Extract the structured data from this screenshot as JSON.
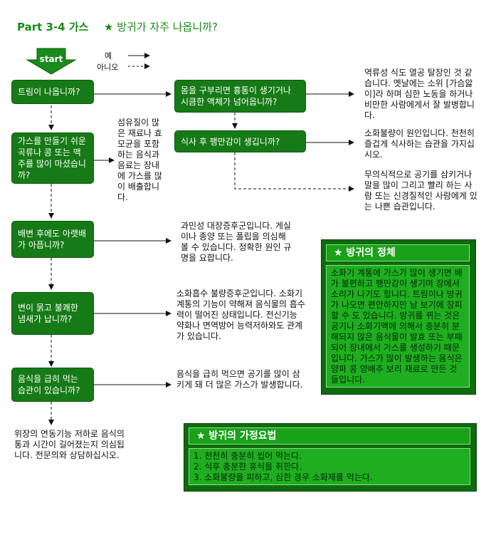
{
  "header": {
    "title": "Part 3-4 가스",
    "subtitle": "★ 방귀가 자주 나옵니까?"
  },
  "legend": {
    "yes": "예",
    "no": "아니오"
  },
  "start_label": "start",
  "questions": [
    "트림이 나옵니까?",
    "가스를 만들기 쉬운 곡류나 콩 또는 맥주를 많이 마셨습니까?",
    "배변 후에도 아랫배가 아픕니까?",
    "변이 묽고 불쾌한 냄새가 납니까?",
    "음식을 급히 먹는 습관이 있습니까?",
    "몸을 구부리면 흉통이 생기거나 시큼한 액체가 넘어옵니까?",
    "식사 후 팽만감이 생깁니까?"
  ],
  "notes": {
    "reflux": "역류성 식도 열공 탈장인 것 같습니다. 옛날에는 소위 [가슴앓이]라 하며 심한 노동을 하거나 비만한 사람에게서 잘 발병합니다.",
    "indigestion": "소화불량이 원인입니다. 천천히 즐겁게 식사하는 습관을 가지십시오.",
    "aerophagia": "무의식적으로 공기를 삼키거나 말을 많이 그리고 빨리 하는 사람 또는 신경질적인 사람에게 있는 나쁜 습관입니다.",
    "fiber": "섬유질이 많은 재료나 효모균을 포함하는 음식과 음료는 장내에 가스를 많이 배출합니다.",
    "ibs": "과민성 대장증후군입니다. 게실이나 종양 또는 폴립을 의심해 볼 수 있습니다. 정확한 원인 규명을 요합니다.",
    "malabsorption": "소화흡수 불량증후군입니다. 소화기 계통의 기능이 약해져 음식물의 흡수력이 떨어진 상태입니다. 전신기능 약화나 면역방어 능력저하와도 관계가 있습니다.",
    "fast_eating": "음식을 급히 먹으면 공기를 많이 삼키게 돼 더 많은 가스가 발생합니다.",
    "final": "위장의 연동기능 저하로 음식의 통과 시간이 길어졌는지 의심됩니다. 전문의와 상담하십시오."
  },
  "info_box": {
    "title": "★ 방귀의 정체",
    "body": "소화기 계통에 가스가 많이 생기면 배가 불편하고 팽만감이 생기며 장에서 소리가 나기도 합니다. 트림이나 방귀가 나오면 편안하지만 남 보기에 창피할 수 도 있습니다. 방귀를 뀌는 것은 공기나 소화기액에 의해서 충분히 분해되지 않은 음식물이 발효 또는 부패되어 장내에서 가스를 생성하기 때문입니다. 가스가 많이 발생하는 음식은 양파 콩 양배추 보리 재료로 만든 것들입니다."
  },
  "tips_box": {
    "title": "★ 방귀의 가정요법",
    "items": [
      "1. 천천히 충분히 씹어 먹는다.",
      "2. 식후 충분한 휴식을 취한다.",
      "3. 소화불량을 피하고, 심한 경우 소화제를 먹는다."
    ]
  },
  "colors": {
    "node": "#167a16",
    "title": "#1a8a1a",
    "box_dark": "#0e6b0e",
    "box_light": "#1fae1f"
  }
}
